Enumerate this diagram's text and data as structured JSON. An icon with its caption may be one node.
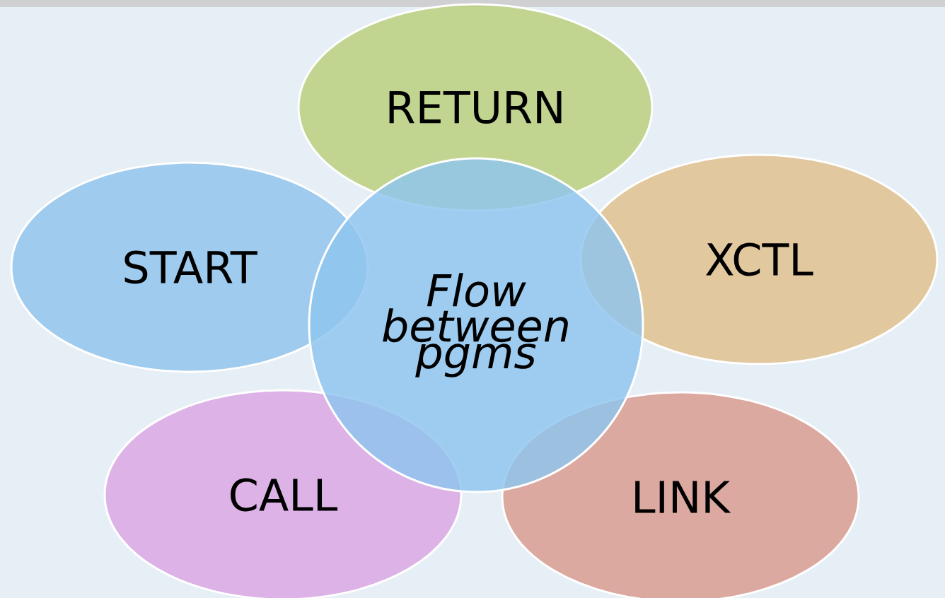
{
  "diagram": {
    "nodes": [
      {
        "text": [
          "RETURN"
        ]
      },
      {
        "text": [
          "START"
        ]
      },
      {
        "text": [
          "Flow between pgms"
        ]
      },
      {
        "text": [
          "XCTL"
        ]
      },
      {
        "text": [
          "CALL"
        ]
      },
      {
        "text": [
          "LINK"
        ]
      }
    ]
  }
}
